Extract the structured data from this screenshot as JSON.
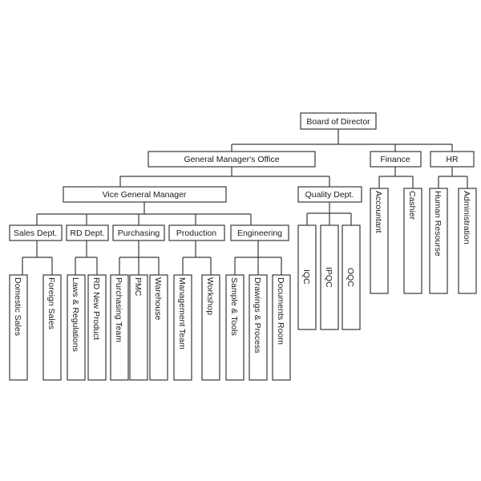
{
  "org_chart": {
    "root": "Board of Director",
    "level1": {
      "gm_office": "General Manager's Office",
      "finance": "Finance",
      "hr": "HR"
    },
    "level2": {
      "vgm": "Vice General Manager",
      "quality": "Quality Dept."
    },
    "departments": {
      "sales": "Sales Dept.",
      "rd": "RD Dept.",
      "purchasing": "Purchasing",
      "production": "Production",
      "engineering": "Engineering"
    },
    "units": {
      "domestic_sales": "Domestic Sales",
      "foreign_sales": "Foreign Sales",
      "laws_regulations": "Laws & Regulations",
      "rd_new_product": "RD New Product",
      "purchasing_team": "Purchasing Team",
      "pmc": "PMC",
      "warehouse": "Warehouse",
      "management_team": "Management Team",
      "workshop": "Workshop",
      "sample_tools": "Sample & Tools",
      "drawings_process": "Drawings & Process",
      "documents_room": "Documents Room",
      "iqc": "IQC",
      "ipqc": "IPQC",
      "oqc": "OQC",
      "accountant": "Accountant",
      "cashier": "Cashier",
      "human_resourse": "Human Resourse",
      "administration": "Administration"
    }
  }
}
